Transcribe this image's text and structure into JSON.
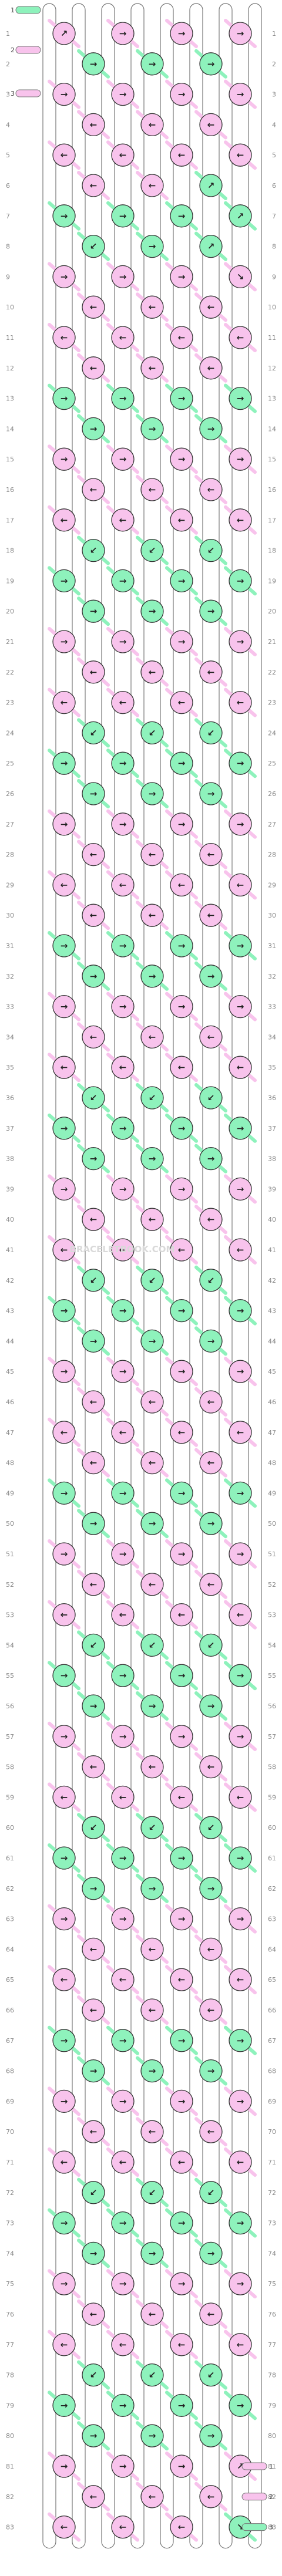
{
  "pattern": {
    "strings": 8,
    "rows": 83,
    "colors": {
      "A": "#8ef2bc",
      "B": "#f8c3ec"
    },
    "left_thread_labels": [
      "1",
      "2",
      "3"
    ],
    "right_thread_labels": [
      "1",
      "2",
      "3"
    ],
    "watermark": "BRACELETBOOK.COM",
    "rows_data": [
      [
        "↗B",
        "→B",
        "→B",
        "→B"
      ],
      [
        "→A",
        "→A",
        "→A"
      ],
      [
        "→B",
        "→B",
        "→B",
        "→B"
      ],
      [
        "←B",
        "←B",
        "←B"
      ],
      [
        "←B",
        "←B",
        "←B",
        "←B"
      ],
      [
        "←B",
        "←B",
        "↗A"
      ],
      [
        "→A",
        "→A",
        "→A",
        "↗A"
      ],
      [
        "↙A",
        "→A",
        "↗A"
      ],
      [
        "→B",
        "→B",
        "→B",
        "↘B"
      ],
      [
        "←B",
        "←B",
        "←B"
      ],
      [
        "←B",
        "←B",
        "←B",
        "←B"
      ],
      [
        "←B",
        "←B",
        "←B"
      ],
      [
        "→A",
        "→A",
        "→A",
        "→A"
      ],
      [
        "→A",
        "→A",
        "→A"
      ],
      [
        "→B",
        "→B",
        "→B",
        "→B"
      ],
      [
        "←B",
        "←B",
        "←B"
      ],
      [
        "←B",
        "←B",
        "←B",
        "←B"
      ],
      [
        "↙A",
        "↙A",
        "↙A"
      ],
      [
        "→A",
        "→A",
        "→A",
        "→A"
      ],
      [
        "→A",
        "→A",
        "→A"
      ],
      [
        "→B",
        "→B",
        "→B",
        "→B"
      ],
      [
        "←B",
        "←B",
        "←B"
      ],
      [
        "←B",
        "←B",
        "←B",
        "←B"
      ],
      [
        "↙A",
        "↙A",
        "↙A"
      ],
      [
        "→A",
        "→A",
        "→A",
        "→A"
      ],
      [
        "→A",
        "→A",
        "→A"
      ],
      [
        "→B",
        "→B",
        "→B",
        "→B"
      ],
      [
        "←B",
        "←B",
        "←B"
      ],
      [
        "←B",
        "←B",
        "←B",
        "←B"
      ],
      [
        "←B",
        "←B",
        "←B"
      ],
      [
        "→A",
        "→A",
        "→A",
        "→A"
      ],
      [
        "→A",
        "→A",
        "→A"
      ],
      [
        "→B",
        "→B",
        "→B",
        "→B"
      ],
      [
        "←B",
        "←B",
        "←B"
      ],
      [
        "←B",
        "←B",
        "←B",
        "←B"
      ],
      [
        "↙A",
        "↙A",
        "↙A"
      ],
      [
        "→A",
        "→A",
        "→A",
        "→A"
      ],
      [
        "→A",
        "→A",
        "→A"
      ],
      [
        "→B",
        "→B",
        "→B",
        "→B"
      ],
      [
        "←B",
        "←B",
        "←B"
      ],
      [
        "←B",
        "←B",
        "←B",
        "←B"
      ],
      [
        "↙A",
        "↙A",
        "↙A"
      ],
      [
        "→A",
        "→A",
        "→A",
        "→A"
      ],
      [
        "→A",
        "→A",
        "→A"
      ],
      [
        "→B",
        "→B",
        "→B",
        "→B"
      ],
      [
        "←B",
        "←B",
        "←B"
      ],
      [
        "←B",
        "←B",
        "←B",
        "←B"
      ],
      [
        "←B",
        "←B",
        "←B"
      ],
      [
        "→A",
        "→A",
        "→A",
        "→A"
      ],
      [
        "→A",
        "→A",
        "→A"
      ],
      [
        "→B",
        "→B",
        "→B",
        "→B"
      ],
      [
        "←B",
        "←B",
        "←B"
      ],
      [
        "←B",
        "←B",
        "←B",
        "←B"
      ],
      [
        "↙A",
        "↙A",
        "↙A"
      ],
      [
        "→A",
        "→A",
        "→A",
        "→A"
      ],
      [
        "→A",
        "→A",
        "→A"
      ],
      [
        "→B",
        "→B",
        "→B",
        "→B"
      ],
      [
        "←B",
        "←B",
        "←B"
      ],
      [
        "←B",
        "←B",
        "←B",
        "←B"
      ],
      [
        "↙A",
        "↙A",
        "↙A"
      ],
      [
        "→A",
        "→A",
        "→A",
        "→A"
      ],
      [
        "→A",
        "→A",
        "→A"
      ],
      [
        "→B",
        "→B",
        "→B",
        "→B"
      ],
      [
        "←B",
        "←B",
        "←B"
      ],
      [
        "←B",
        "←B",
        "←B",
        "←B"
      ],
      [
        "←B",
        "←B",
        "←B"
      ],
      [
        "→A",
        "→A",
        "→A",
        "→A"
      ],
      [
        "→A",
        "→A",
        "→A"
      ],
      [
        "→B",
        "→B",
        "→B",
        "→B"
      ],
      [
        "←B",
        "←B",
        "←B"
      ],
      [
        "←B",
        "←B",
        "←B",
        "←B"
      ],
      [
        "↙A",
        "↙A",
        "↙A"
      ],
      [
        "→A",
        "→A",
        "→A",
        "→A"
      ],
      [
        "→A",
        "→A",
        "→A"
      ],
      [
        "→B",
        "→B",
        "→B",
        "→B"
      ],
      [
        "←B",
        "←B",
        "←B"
      ],
      [
        "←B",
        "←B",
        "←B",
        "←B"
      ],
      [
        "↙A",
        "↙A",
        "↙A"
      ],
      [
        "→A",
        "→A",
        "→A",
        "→A"
      ],
      [
        "→A",
        "→A",
        "→A"
      ],
      [
        "→B",
        "→B",
        "→B",
        "↗B"
      ],
      [
        "←B",
        "←B",
        "←B"
      ],
      [
        "←B",
        "←B",
        "←B",
        "↘A"
      ]
    ]
  }
}
